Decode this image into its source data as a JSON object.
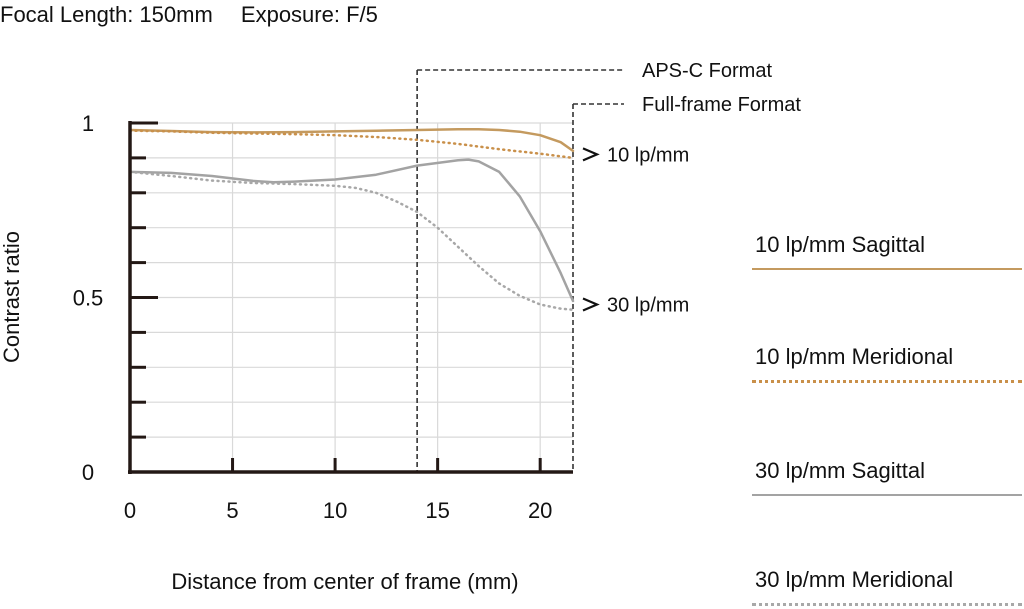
{
  "header": {
    "focal_length": "Focal Length: 150mm",
    "exposure": "Exposure: F/5"
  },
  "colors": {
    "sagittal_10": "#c49a5f",
    "meridional_10": "#c9904a",
    "sagittal_30": "#a3a3a3",
    "meridional_30": "#a8a8a8",
    "axis": "#231815",
    "grid": "#d9d9d9",
    "guide": "#333333"
  },
  "chart_data": {
    "type": "line",
    "title": "",
    "xlabel": "Distance from center of frame (mm)",
    "ylabel": "Contrast ratio",
    "xlim": [
      0,
      21.6
    ],
    "ylim": [
      0,
      1
    ],
    "x_ticks": [
      0,
      5,
      10,
      15,
      20
    ],
    "y_tick_labels": [
      {
        "value": 0,
        "label": "0"
      },
      {
        "value": 0.5,
        "label": "0.5"
      },
      {
        "value": 1,
        "label": "1"
      }
    ],
    "grid": true,
    "format_markers": [
      {
        "label": "APS-C Format",
        "x": 14.0
      },
      {
        "label": "Full-frame Format",
        "x": 21.6
      }
    ],
    "series_end_labels": [
      {
        "label": "10 lp/mm",
        "y": 0.91
      },
      {
        "label": "30 lp/mm",
        "y": 0.48
      }
    ],
    "series": [
      {
        "name": "10 lp/mm Sagittal",
        "style": "solid",
        "x": [
          0,
          2,
          4,
          6,
          8,
          10,
          12,
          14,
          16,
          17,
          18,
          19,
          20,
          21,
          21.6
        ],
        "y": [
          0.98,
          0.977,
          0.974,
          0.973,
          0.974,
          0.976,
          0.978,
          0.98,
          0.982,
          0.982,
          0.98,
          0.975,
          0.965,
          0.945,
          0.92
        ]
      },
      {
        "name": "10 lp/mm Meridional",
        "style": "dotted",
        "x": [
          0,
          2,
          4,
          6,
          8,
          10,
          12,
          14,
          16,
          18,
          20,
          21.6
        ],
        "y": [
          0.978,
          0.976,
          0.972,
          0.97,
          0.968,
          0.965,
          0.96,
          0.952,
          0.94,
          0.925,
          0.912,
          0.9
        ]
      },
      {
        "name": "30 lp/mm Sagittal",
        "style": "solid",
        "x": [
          0,
          2,
          4,
          6,
          7,
          8,
          10,
          12,
          14,
          16,
          16.5,
          17,
          18,
          19,
          20,
          21,
          21.6
        ],
        "y": [
          0.86,
          0.857,
          0.848,
          0.834,
          0.83,
          0.832,
          0.838,
          0.852,
          0.878,
          0.893,
          0.895,
          0.89,
          0.86,
          0.79,
          0.69,
          0.57,
          0.49
        ]
      },
      {
        "name": "30 lp/mm Meridional",
        "style": "dotted",
        "x": [
          0,
          2,
          4,
          6,
          8,
          10,
          11,
          12,
          13,
          14,
          15,
          16,
          17,
          18,
          19,
          20,
          21,
          21.6
        ],
        "y": [
          0.86,
          0.848,
          0.835,
          0.828,
          0.825,
          0.82,
          0.814,
          0.8,
          0.775,
          0.745,
          0.7,
          0.645,
          0.59,
          0.54,
          0.505,
          0.48,
          0.468,
          0.465
        ]
      }
    ]
  }
}
